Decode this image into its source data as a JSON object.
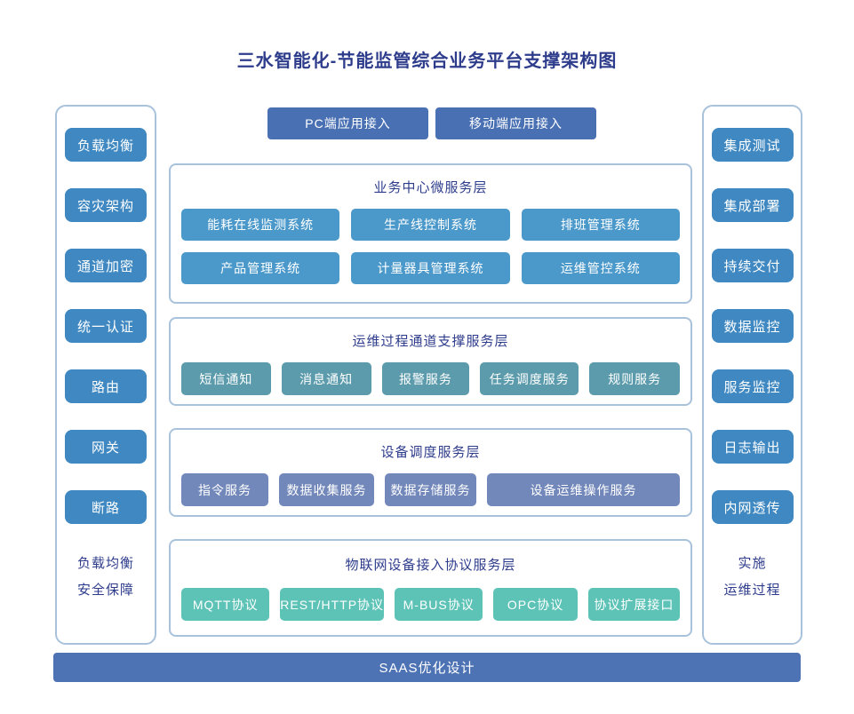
{
  "page_title": "三水智能化-节能监管综合业务平台支撑架构图",
  "colors": {
    "title_text": "#2e3c8c",
    "panel_border": "#a9c2db",
    "sidebar_button": "#3f88c1",
    "app_button": "#4a70b4",
    "business_button": "#4b99ca",
    "channel_button": "#5b9bac",
    "dispatch_button": "#7287ba",
    "protocol_button": "#5ec3b7",
    "bottom_bar": "#4e73b5",
    "button_text": "#ffffff"
  },
  "left_panel": {
    "items": [
      "负载均衡",
      "容灾架构",
      "通道加密",
      "统一认证",
      "路由",
      "网关",
      "断路"
    ],
    "caption_line1": "负载均衡",
    "caption_line2": "安全保障"
  },
  "right_panel": {
    "items": [
      "集成测试",
      "集成部署",
      "持续交付",
      "数据监控",
      "服务监控",
      "日志输出",
      "内网透传"
    ],
    "caption_line1": "实施",
    "caption_line2": "运维过程"
  },
  "top_buttons": [
    "PC端应用接入",
    "移动端应用接入"
  ],
  "layers": [
    {
      "title": "业务中心微服务层",
      "items": [
        "能耗在线监测系统",
        "生产线控制系统",
        "排班管理系统",
        "产品管理系统",
        "计量器具管理系统",
        "运维管控系统"
      ]
    },
    {
      "title": "运维过程通道支撑服务层",
      "items": [
        "短信通知",
        "消息通知",
        "报警服务",
        "任务调度服务",
        "规则服务"
      ]
    },
    {
      "title": "设备调度服务层",
      "items": [
        "指令服务",
        "数据收集服务",
        "数据存储服务",
        "设备运维操作服务"
      ]
    },
    {
      "title": "物联网设备接入协议服务层",
      "items": [
        "MQTT协议",
        "REST/HTTP协议",
        "M-BUS协议",
        "OPC协议",
        "协议扩展接口"
      ]
    }
  ],
  "bottom_bar_label": "SAAS优化设计"
}
